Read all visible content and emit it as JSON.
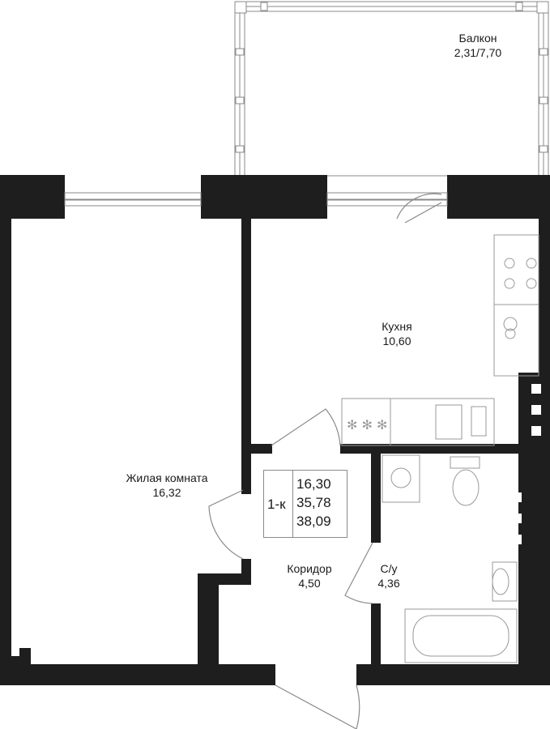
{
  "rooms": {
    "balcony": {
      "name": "Балкон",
      "area": "2,31/7,70"
    },
    "kitchen": {
      "name": "Кухня",
      "area": "10,60"
    },
    "living": {
      "name": "Жилая комната",
      "area": "16,32"
    },
    "corridor": {
      "name": "Коридор",
      "area": "4,50"
    },
    "bathroom": {
      "name": "С/у",
      "area": "4,36"
    }
  },
  "apartment": {
    "type": "1-к",
    "areas": [
      "16,30",
      "35,78",
      "38,09"
    ]
  },
  "colors": {
    "wall": "#1e1e1e",
    "fixture": "#9a9a9a",
    "text": "#1a1a1a"
  }
}
